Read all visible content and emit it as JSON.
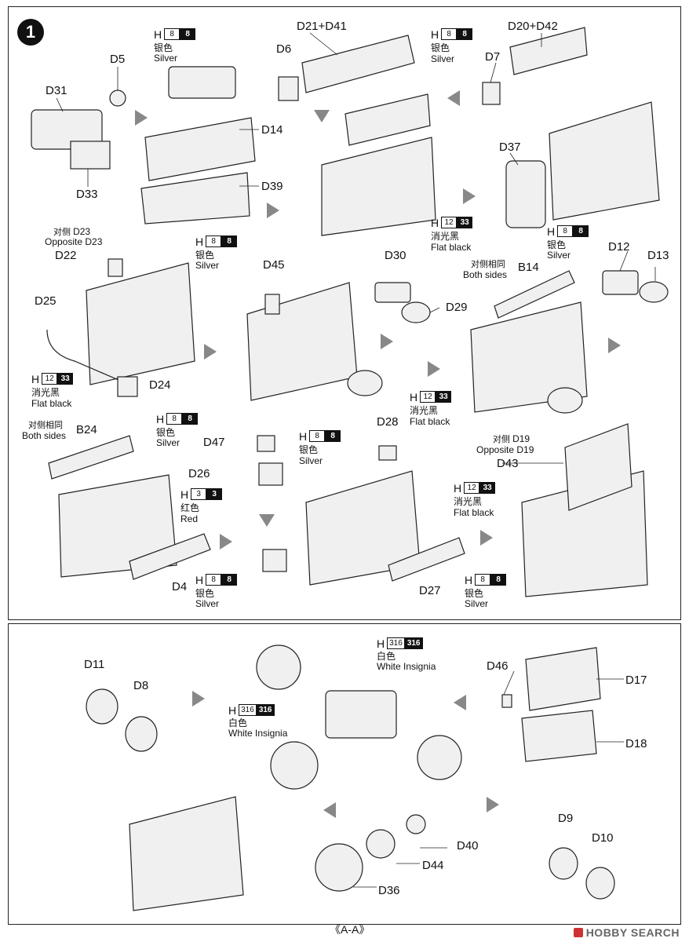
{
  "step_number": "1",
  "section_label": "《A-A》",
  "watermark": "HOBBY SEARCH",
  "parts": {
    "d31": "D31",
    "d5": "D5",
    "d33": "D33",
    "d14": "D14",
    "d39": "D39",
    "d6": "D6",
    "d21_d41": "D21+D41",
    "d20_d42": "D20+D42",
    "d7": "D7",
    "d37": "D37",
    "d23": "D23",
    "opposite_d23": "Opposite D23",
    "d22": "D22",
    "d25": "D25",
    "d24": "D24",
    "d45": "D45",
    "d30": "D30",
    "d29": "D29",
    "b14": "B14",
    "d12": "D12",
    "d13": "D13",
    "b24": "B24",
    "d47": "D47",
    "d26": "D26",
    "d28": "D28",
    "d4": "D4",
    "d27": "D27",
    "d19": "D19",
    "opposite_d19": "Opposite D19",
    "d43": "D43",
    "d11": "D11",
    "d8": "D8",
    "d46": "D46",
    "d17": "D17",
    "d18": "D18",
    "d9": "D9",
    "d10": "D10",
    "d40": "D40",
    "d44": "D44",
    "d36": "D36"
  },
  "text": {
    "opposite_cn": "对侧",
    "both_sides_cn": "对侧相同",
    "both_sides": "Both sides",
    "silver_cn": "银色",
    "silver": "Silver",
    "flat_black_cn": "消光黑",
    "flat_black": "Flat black",
    "red_cn": "红色",
    "red": "Red",
    "white_cn": "白色",
    "white_insignia": "White Insignia",
    "h": "H"
  },
  "paints": {
    "silver": [
      "8",
      "8"
    ],
    "flat_black": [
      "12",
      "33"
    ],
    "red": [
      "3",
      "3"
    ],
    "white_insignia": [
      "316",
      "316"
    ]
  }
}
